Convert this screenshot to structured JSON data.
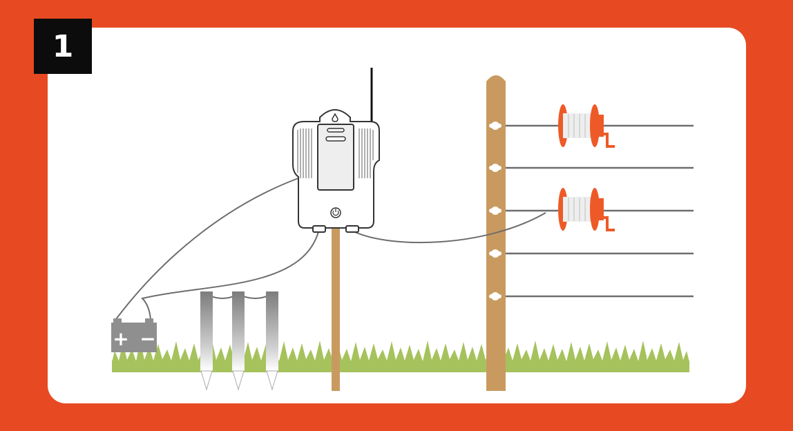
{
  "step": {
    "number": "1"
  },
  "colors": {
    "frame": "#e74a22",
    "panel": "#ffffff",
    "post": "#c99a5f",
    "grass": "#a6c25d",
    "wire": "#6d6d6d",
    "reel": "#ee5a27",
    "battery": "#8f8f8f",
    "energizer_outline": "#333333"
  },
  "icons": [
    "fence-energizer-icon",
    "antenna-icon",
    "battery-icon",
    "ground-rod-icon",
    "fence-post-icon",
    "wire-reel-icon",
    "insulator-icon",
    "grass-icon"
  ],
  "battery": {
    "positive_symbol": "+",
    "negative_symbol": "−"
  },
  "counts": {
    "ground_rods": 3,
    "fence_wires": 5,
    "wire_reels": 2,
    "insulators": 5
  }
}
